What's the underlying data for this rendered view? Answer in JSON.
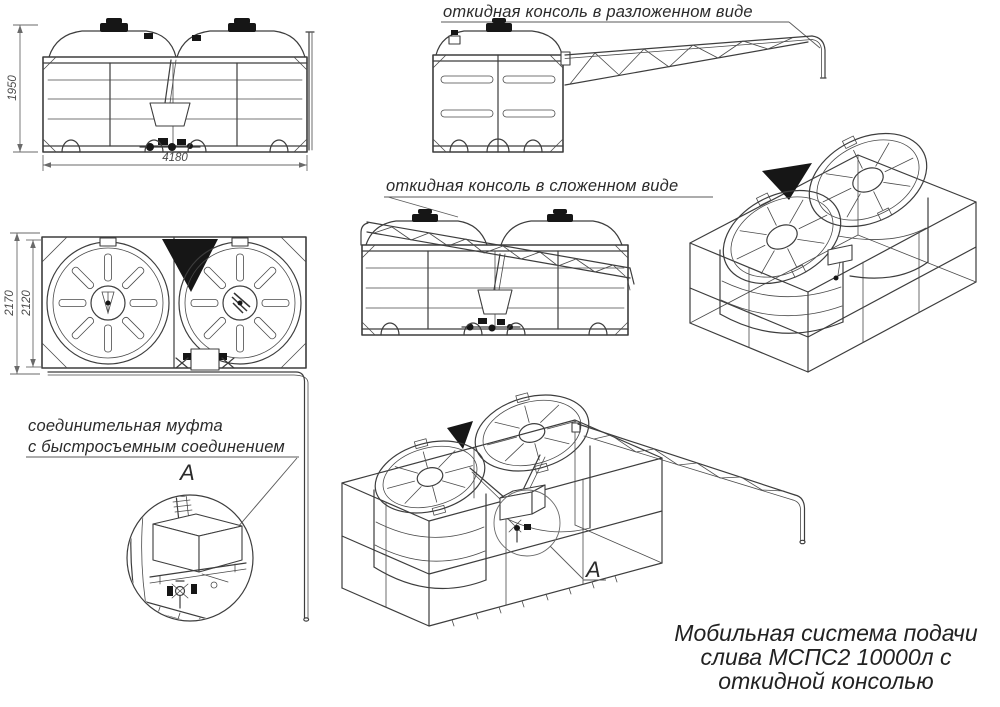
{
  "drawing": {
    "labels": {
      "console_unfolded": "откидная консоль в разложенном виде",
      "console_folded": "откидная консоль в сложенном виде",
      "coupling_line1": "соединительная муфта",
      "coupling_line2": "с быстросъемным соединением",
      "detail_letter": "A",
      "detail_letter_ref": "A"
    },
    "dimensions": {
      "front_height_mm": "1950",
      "front_width_mm": "4180",
      "plan_outer_mm": "2170",
      "plan_inner_mm": "2120"
    },
    "title": {
      "line1": "Мобильная система подачи",
      "line2": "слива МСПС2 10000л с",
      "line3": "откидной консолью"
    },
    "colors": {
      "line": "#3d3d3d",
      "dim": "#6a6a6a",
      "dark_fill": "#161616",
      "background": "#ffffff"
    }
  }
}
